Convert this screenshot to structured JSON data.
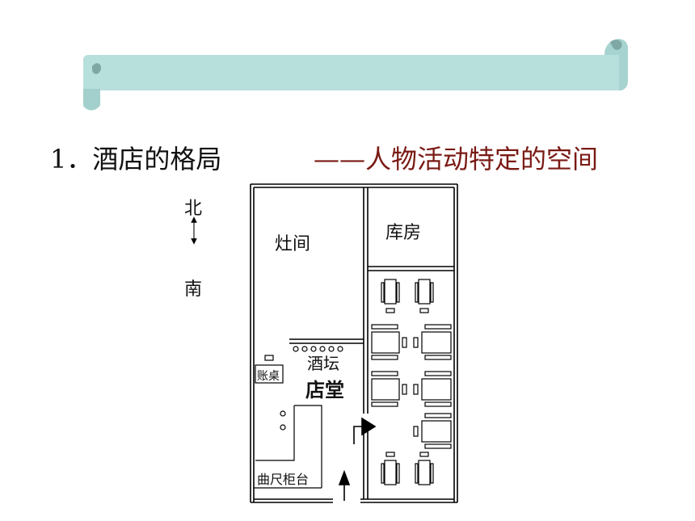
{
  "heading": {
    "number": "1",
    "title": "酒店的格局",
    "subtitle": "——人物活动特定的空间"
  },
  "compass": {
    "north": "北",
    "south": "南"
  },
  "floor_plan": {
    "kitchen": "灶间",
    "storeroom": "库房",
    "wine_jars": "酒坛",
    "hall": "店堂",
    "cashier_desk": "账桌",
    "counter": "曲尺柜台"
  }
}
